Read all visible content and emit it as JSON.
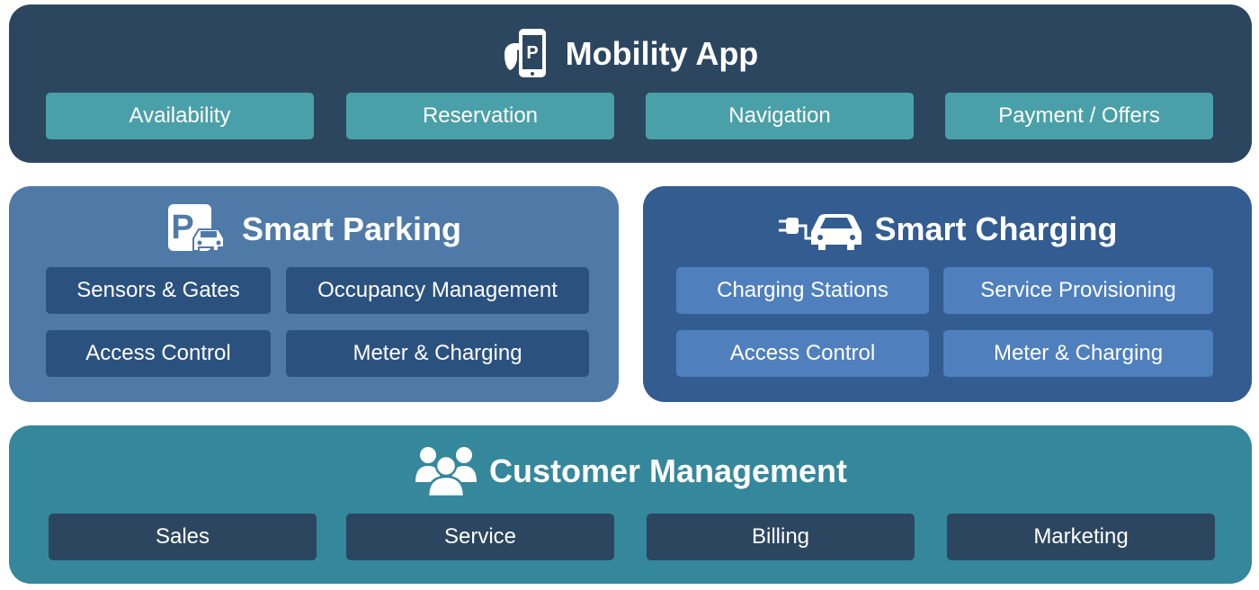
{
  "mobility_app": {
    "title": "Mobility App",
    "icon": "phone-parking-icon",
    "items": [
      "Availability",
      "Reservation",
      "Navigation",
      "Payment / Offers"
    ]
  },
  "smart_parking": {
    "title": "Smart Parking",
    "icon": "parking-car-icon",
    "items": [
      "Sensors & Gates",
      "Occupancy Management",
      "Access Control",
      "Meter & Charging"
    ]
  },
  "smart_charging": {
    "title": "Smart Charging",
    "icon": "ev-plug-car-icon",
    "items": [
      "Charging Stations",
      "Service Provisioning",
      "Access Control",
      "Meter & Charging"
    ]
  },
  "customer_management": {
    "title": "Customer Management",
    "icon": "people-group-icon",
    "items": [
      "Sales",
      "Service",
      "Billing",
      "Marketing"
    ]
  },
  "colors": {
    "mobility_panel": "#2c4660",
    "mobility_chip": "#4aa0a8",
    "parking_panel": "#4f7aa8",
    "parking_chip": "#2b517f",
    "charging_panel": "#335c90",
    "charging_chip": "#4f80bd",
    "customer_panel": "#35879c",
    "customer_chip": "#2c4660"
  }
}
